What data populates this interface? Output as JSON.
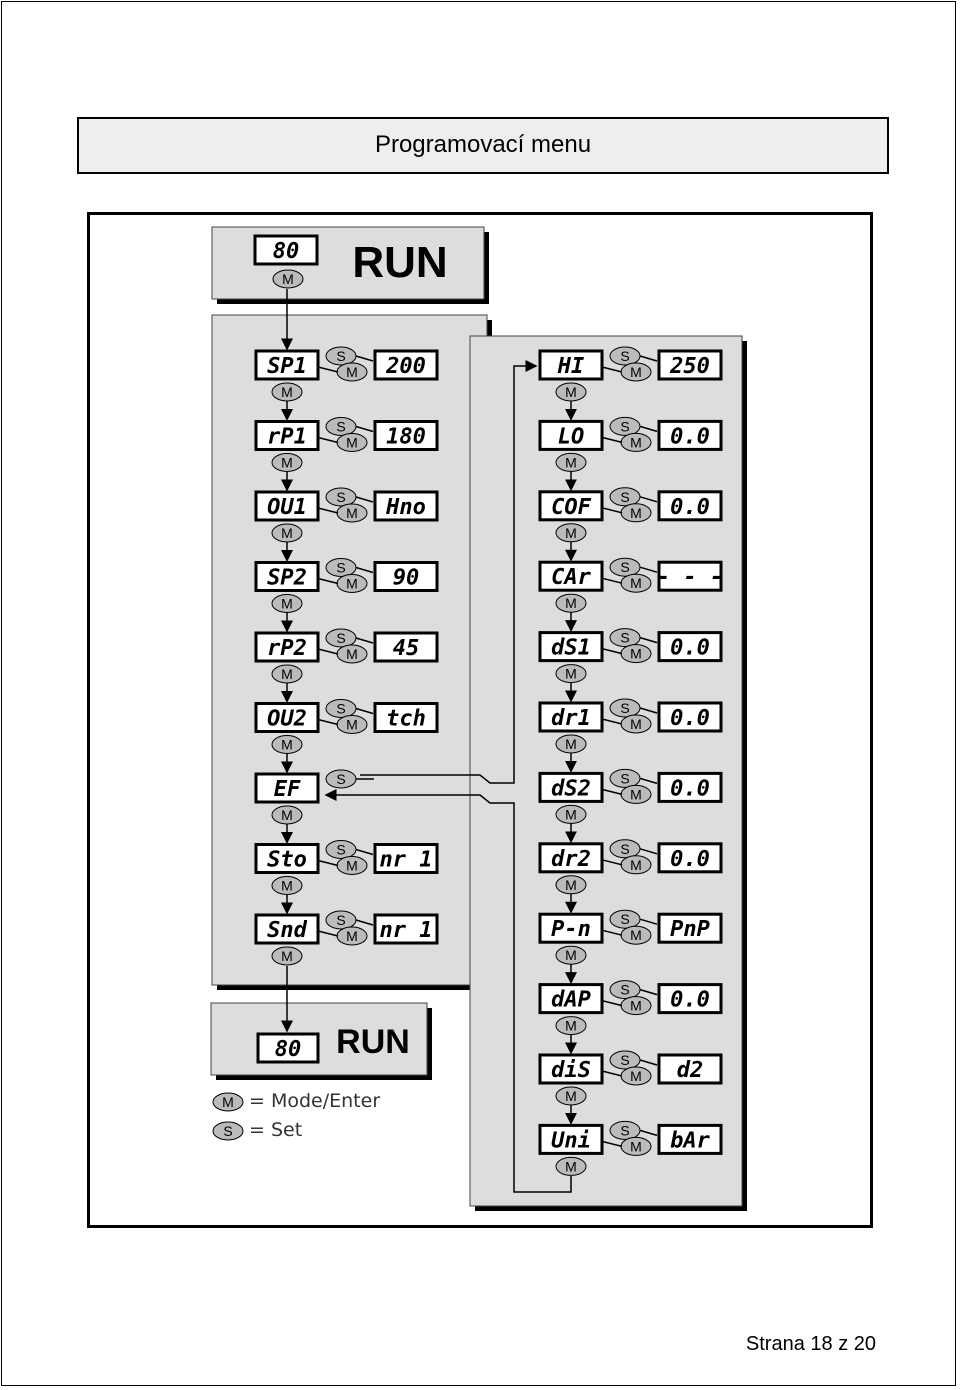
{
  "page": {
    "title": "Programovací menu",
    "footer": "Strana 18 z 20"
  },
  "run_top": {
    "display": "80",
    "label": "RUN"
  },
  "run_bottom": {
    "display": "80",
    "label": "RUN"
  },
  "buttons": {
    "mode": "M",
    "set": "S"
  },
  "menu_left": [
    {
      "param": "SP1",
      "value": "200"
    },
    {
      "param": "rP1",
      "value": "180"
    },
    {
      "param": "OU1",
      "value": "Hno"
    },
    {
      "param": "SP2",
      "value": "90"
    },
    {
      "param": "rP2",
      "value": "45"
    },
    {
      "param": "OU2",
      "value": "tch"
    },
    {
      "param": "EF",
      "value": ""
    },
    {
      "param": "Sto",
      "value": "nr 1"
    },
    {
      "param": "Snd",
      "value": "nr 1"
    }
  ],
  "menu_right": [
    {
      "param": "HI",
      "value": "250"
    },
    {
      "param": "LO",
      "value": "0.0"
    },
    {
      "param": "COF",
      "value": "0.0"
    },
    {
      "param": "CAr",
      "value": "- - -"
    },
    {
      "param": "dS1",
      "value": "0.0"
    },
    {
      "param": "dr1",
      "value": "0.0"
    },
    {
      "param": "dS2",
      "value": "0.0"
    },
    {
      "param": "dr2",
      "value": "0.0"
    },
    {
      "param": "P-n",
      "value": "PnP"
    },
    {
      "param": "dAP",
      "value": "0.0"
    },
    {
      "param": "diS",
      "value": "d2"
    },
    {
      "param": "Uni",
      "value": "bAr"
    }
  ],
  "legend": [
    {
      "symbol": "M",
      "text": "= Mode/Enter"
    },
    {
      "symbol": "S",
      "text": "= Set"
    }
  ]
}
